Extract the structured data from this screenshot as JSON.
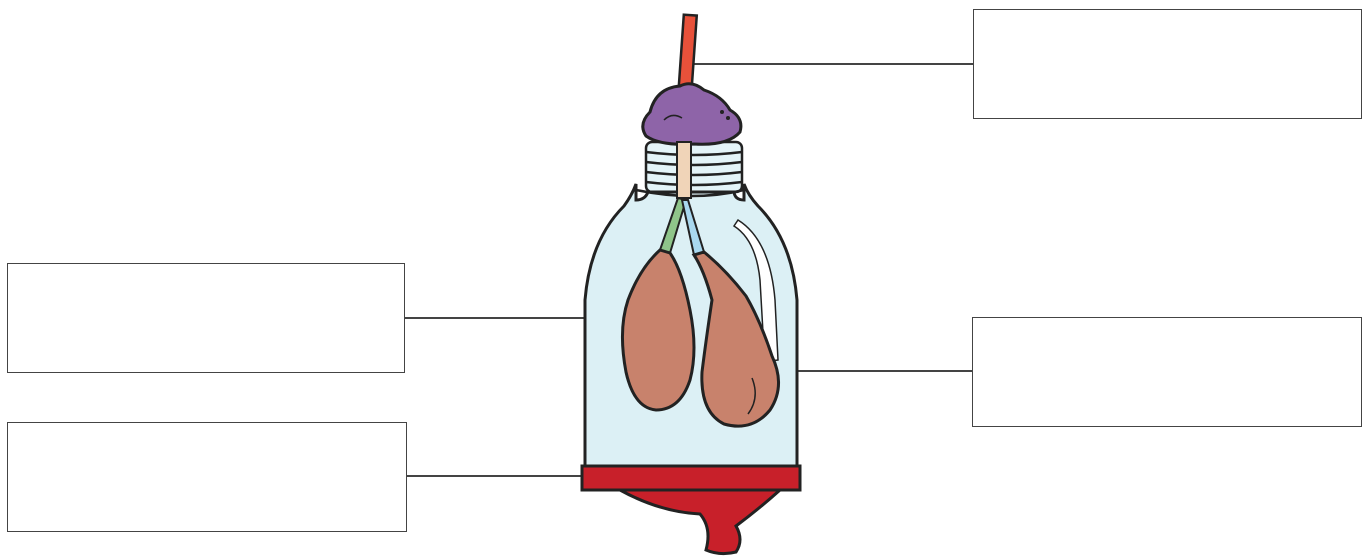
{
  "diagram": {
    "labels": {
      "top_right": "",
      "mid_left": "",
      "mid_right": "",
      "bottom_left": ""
    },
    "parts": [
      "straw",
      "modelling-clay-stopper",
      "bottle",
      "tubes",
      "balloon-lungs",
      "balloon-diaphragm"
    ],
    "colors": {
      "straw": "#e8513a",
      "clay": "#8e64a8",
      "bottle": "#dcf0f5",
      "lungs": "#c8826c",
      "diaphragm": "#c8202a",
      "tube_left": "#8fc58a",
      "tube_right": "#a9d8ef",
      "line": "#444444"
    }
  }
}
